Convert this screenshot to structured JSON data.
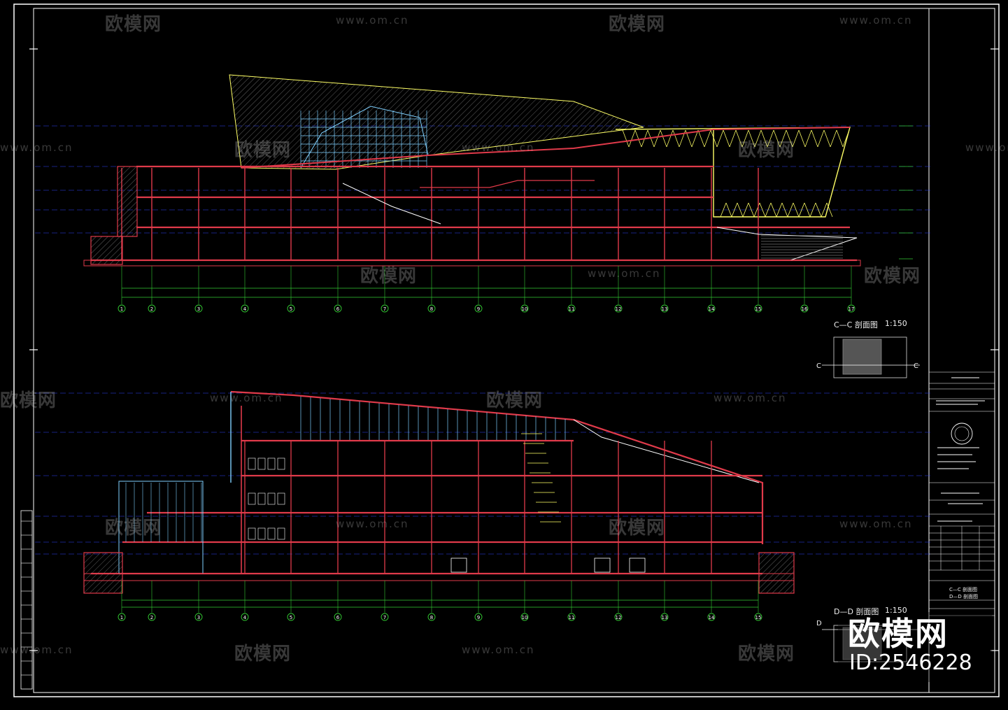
{
  "watermark": {
    "brand": "欧模网",
    "url": "www.om.cn"
  },
  "sections": {
    "cc": {
      "title": "C—C 剖面图",
      "scale": "1:150",
      "cut_left": "C",
      "cut_right": "C"
    },
    "dd": {
      "title": "D—D 剖面图",
      "scale": "1:150",
      "cut_left": "D"
    }
  },
  "grid_axes_cc": [
    "1",
    "2",
    "3",
    "4",
    "5",
    "6",
    "7",
    "8",
    "9",
    "10",
    "11",
    "12",
    "13",
    "14",
    "15",
    "16",
    "17"
  ],
  "grid_axes_dd": [
    "1",
    "2",
    "3",
    "4",
    "5",
    "6",
    "7",
    "8",
    "9",
    "10",
    "11",
    "12",
    "13",
    "14",
    "15"
  ],
  "title_block": {
    "drawing_name_1": "C—C 剖面图",
    "drawing_name_2": "D—D 剖面图"
  },
  "id_badge": {
    "brand": "欧模网",
    "id": "ID:2546228"
  },
  "colors": {
    "background": "#000000",
    "wall": "#e03a4a",
    "glass": "#7fd0ff",
    "structure": "#ffff66",
    "dimension": "#33cc33",
    "grid": "#3344ff",
    "frame": "#ffffff"
  }
}
